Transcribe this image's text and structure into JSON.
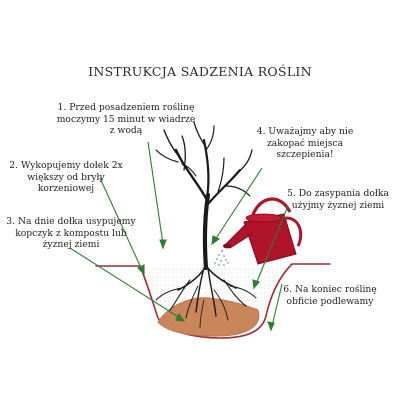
{
  "title": "INSTRUKCJA SADZENIA ROŚLIN",
  "steps": [
    {
      "number": "1.",
      "lines": [
        "Przed posadzeniem roślinę",
        "moczymy 15 minut w wiadrze",
        "z wodą"
      ]
    },
    {
      "number": "2.",
      "lines": [
        "Wykopujemy dołek 2x",
        "większy od bryły",
        "korzeniowej"
      ]
    },
    {
      "number": "3.",
      "lines": [
        "Na dnie dołka usypujemy",
        "kopczyk z kompostu lub",
        "żyznej ziemi"
      ]
    },
    {
      "number": "4.",
      "lines": [
        "Uważajmy aby nie",
        "zakopać miejsca",
        "szczepienia!"
      ]
    },
    {
      "number": "5.",
      "lines": [
        "Do zasypania dołka",
        "użyjmy żyznej ziemi"
      ]
    },
    {
      "number": "6.",
      "lines": [
        "Na koniec roślinę",
        "obficie podlewamy"
      ]
    }
  ],
  "colors": {
    "arrow": "#2e7d32",
    "can": "#b0142a",
    "soil_line": "#9b2d36",
    "compost": "#c8865a",
    "tree": "#1a1a1a",
    "water": "#2f6fd6",
    "fill_soil": "#bdbdbd"
  }
}
